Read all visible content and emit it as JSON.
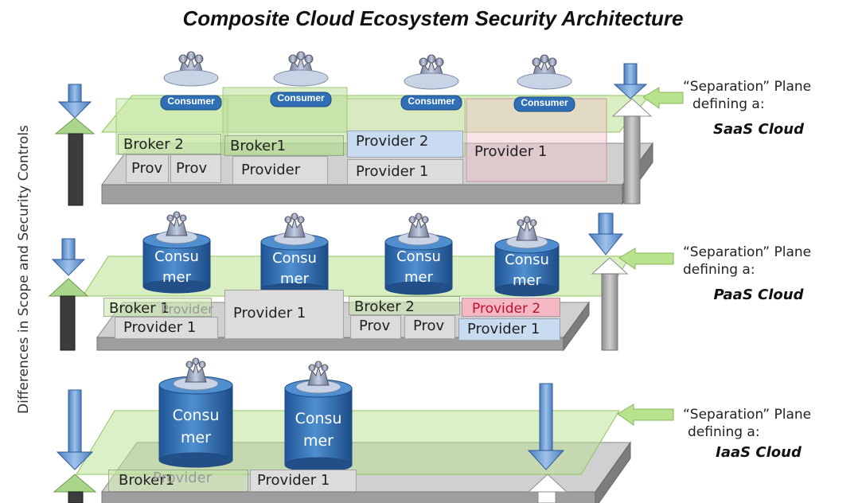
{
  "title": "Composite Cloud Ecosystem Security Architecture",
  "y_axis_label": "Differences in Scope and Security Controls",
  "consumer_label": "Consumer",
  "consu_line1": "Consu",
  "consu_line2": "mer",
  "separation": {
    "line1": "“Separation” Plane",
    "line2": "defining a:"
  },
  "saas": {
    "name": "SaaS Cloud",
    "brokers": [
      "Broker 2",
      "Broker1"
    ],
    "providers": [
      "Prov",
      "Prov",
      "Provider",
      "Provider 2",
      "Provider 1",
      "Provider 1"
    ]
  },
  "paas": {
    "name": "PaaS Cloud",
    "brokers": [
      "Broker 1",
      "Broker 2"
    ],
    "providers": [
      "Provider",
      "Provider 1",
      "Provider 1",
      "Prov",
      "Prov",
      "Provider 2",
      "Provider 1"
    ]
  },
  "iaas": {
    "name": "IaaS Cloud",
    "brokers": [
      "Broker1"
    ],
    "providers": [
      "Provider",
      "Provider 1"
    ]
  },
  "colors": {
    "green_plane": "#b9e28f",
    "gray_base": "#a6a6a6",
    "blue_cylinder": "#2e6fb6",
    "blue_arrow": "#6f9fd6",
    "pink": "#f4b8c4",
    "light_blue": "#c9dbf0"
  }
}
